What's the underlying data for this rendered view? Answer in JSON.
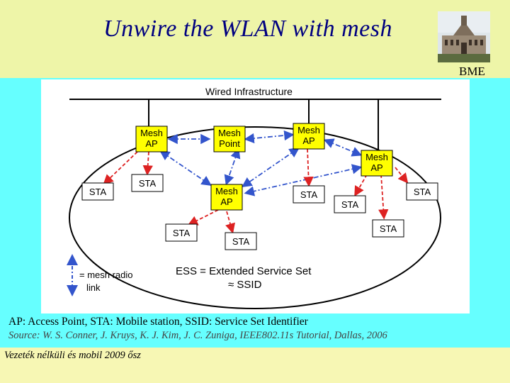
{
  "header": {
    "title": "Unwire the WLAN with mesh",
    "badge": "BME"
  },
  "diagram": {
    "wired_label": "Wired Infrastructure",
    "nodes": {
      "mesh_ap_1": [
        "Mesh",
        "AP"
      ],
      "mesh_point": [
        "Mesh",
        "Point"
      ],
      "mesh_ap_2": [
        "Mesh",
        "AP"
      ],
      "mesh_ap_3": [
        "Mesh",
        "AP"
      ],
      "mesh_ap_4": [
        "Mesh",
        "AP"
      ],
      "sta_label": "STA"
    },
    "legend": {
      "line1": "= mesh radio",
      "line2": "link"
    },
    "ess": {
      "line1": "ESS = Extended Service Set",
      "line2": "≈ SSID"
    }
  },
  "notes": {
    "definitions": "AP: Access Point, STA: Mobile station, SSID: Service Set Identifier",
    "source": "Source: W. S. Conner, J. Kruys, K. J. Kim, J. C. Zuniga, IEEE802.11s Tutorial, Dallas, 2006"
  },
  "footer": {
    "text": "Vezeték nélküli és mobil  2009 ősz"
  },
  "colors": {
    "title": "#000080",
    "header_bg": "#eef5a8",
    "content_bg": "#66ffff",
    "mesh_box": "#ffff00",
    "radio_link_red": "#dd2222",
    "mesh_link_blue": "#3355cc"
  }
}
